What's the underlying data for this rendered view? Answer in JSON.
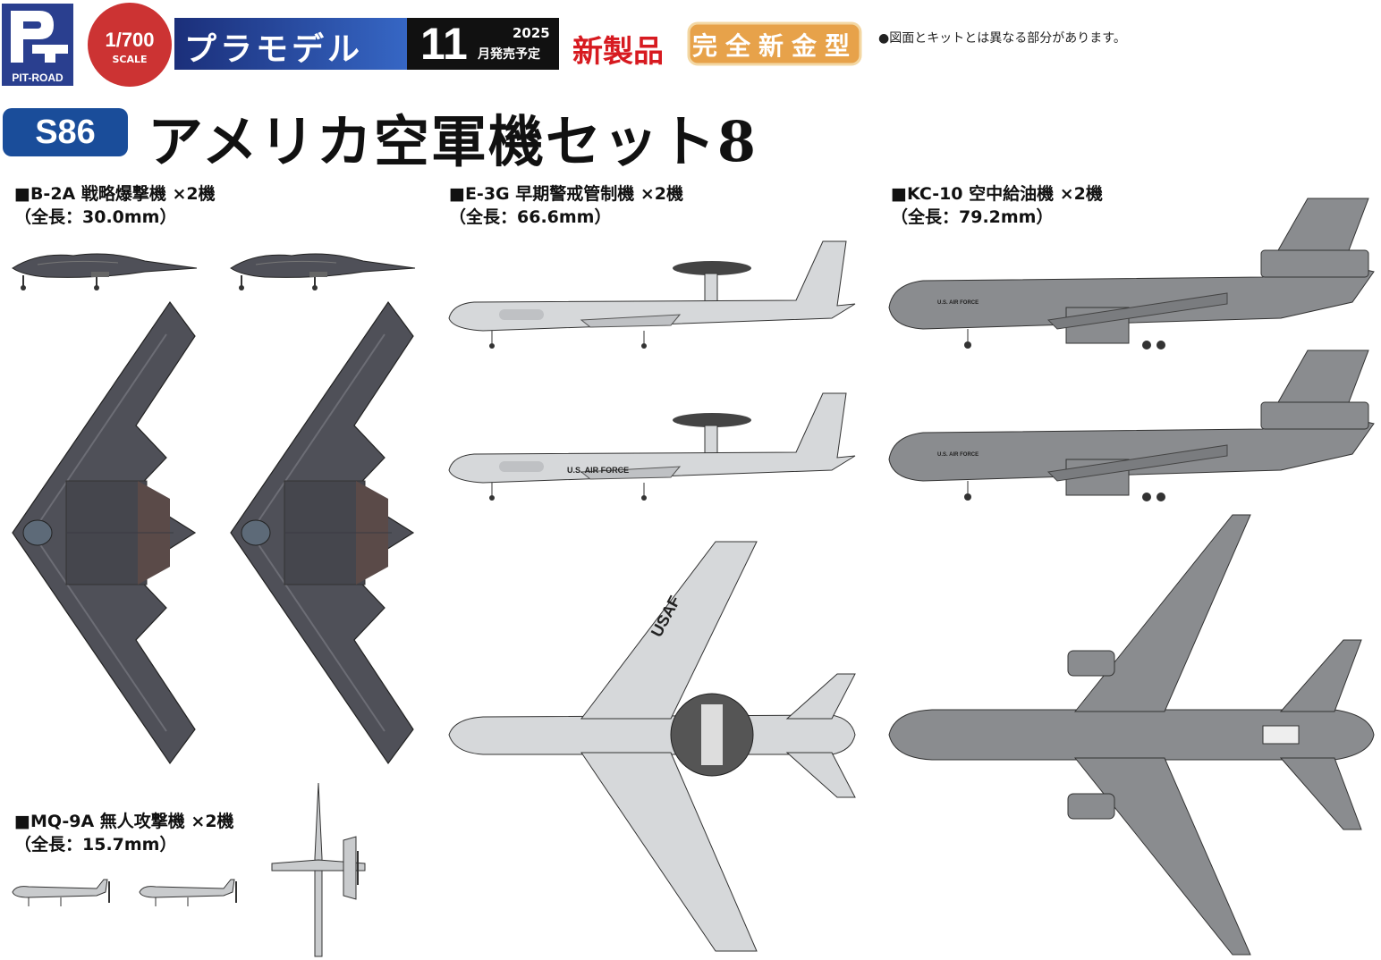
{
  "header": {
    "brand": "PIT-ROAD",
    "scale_num": "1/700",
    "scale_label": "SCALE",
    "category": "プラモデル",
    "release_month": "11",
    "release_year": "2025",
    "release_note": "月発売予定",
    "new_product": "新製品",
    "new_mold": "完全新金型",
    "notice": "●図面とキットとは異なる部分があります。"
  },
  "product": {
    "code": "S86",
    "title": "アメリカ空軍機セット8"
  },
  "aircraft": [
    {
      "name": "■B-2A 戦略爆撃機 ×2機",
      "length": "（全長：30.0mm）"
    },
    {
      "name": "■E-3G 早期警戒管制機 ×2機",
      "length": "（全長：66.6mm）"
    },
    {
      "name": "■KC-10 空中給油機 ×2機",
      "length": "（全長：79.2mm）"
    },
    {
      "name": "■MQ-9A 無人攻撃機 ×2機",
      "length": "（全長：15.7mm）"
    }
  ],
  "markings": {
    "e3_fuselage": "U.S. AIR FORCE",
    "e3_wing": "USAF",
    "kc10_fuselage": "U.S. AIR FORCE"
  },
  "colors": {
    "b2": "#4f5058",
    "b2_dark": "#3c3d44",
    "e3": "#d6d8da",
    "kc10": "#8a8c8f",
    "mq9": "#c9cbcd",
    "brand_blue": "#2a3f8f",
    "accent_red": "#c33"
  }
}
